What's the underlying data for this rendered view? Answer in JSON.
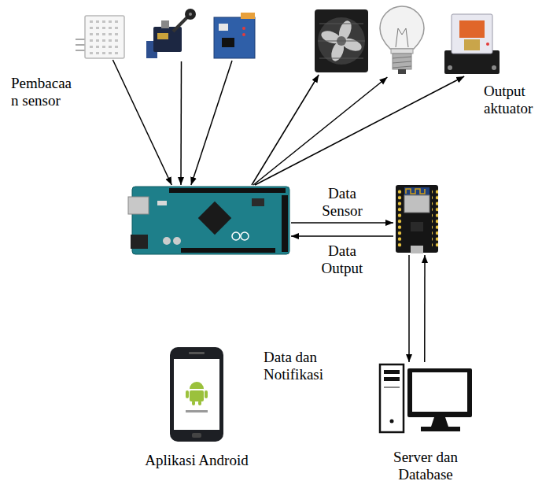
{
  "diagram": {
    "nodes": [
      {
        "text": []
      },
      {
        "text": []
      },
      {
        "text": []
      },
      {
        "text": []
      },
      {
        "text": []
      },
      {
        "text": []
      },
      {
        "text": []
      },
      {
        "text": []
      },
      {
        "text": [
          "Aplikasi Android"
        ]
      },
      {
        "text": [
          "Server dan Database"
        ]
      }
    ],
    "edges": [
      {
        "from": 0,
        "to": 6,
        "arrow": "to"
      },
      {
        "from": 1,
        "to": 6,
        "arrow": "to"
      },
      {
        "from": 2,
        "to": 6,
        "arrow": "to"
      },
      {
        "from": 6,
        "to": 3,
        "arrow": "to"
      },
      {
        "from": 6,
        "to": 4,
        "arrow": "to"
      },
      {
        "from": 6,
        "to": 5,
        "arrow": "to"
      },
      {
        "from": 6,
        "to": 7,
        "label": "Data Sensor",
        "arrow": "to"
      },
      {
        "from": 7,
        "to": 6,
        "label": "Data Output",
        "arrow": "to"
      },
      {
        "from": 7,
        "to": 9,
        "arrow": "to"
      },
      {
        "from": 9,
        "to": 7,
        "arrow": "to"
      }
    ],
    "labels": [
      "Pembacaa n sensor",
      "Output aktuator",
      "Data dan Notifikasi"
    ]
  }
}
